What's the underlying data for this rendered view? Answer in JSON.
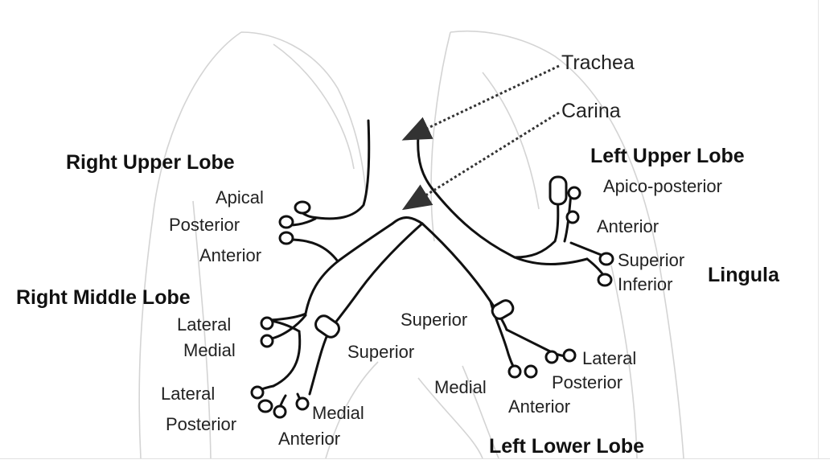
{
  "labels": {
    "trachea": "Trachea",
    "carina": "Carina",
    "right_upper_lobe": "Right Upper Lobe",
    "right_middle_lobe": "Right Middle Lobe",
    "left_upper_lobe": "Left Upper Lobe",
    "left_lower_lobe": "Left Lower Lobe",
    "lingula": "Lingula",
    "rul_apical": "Apical",
    "rul_posterior": "Posterior",
    "rul_anterior": "Anterior",
    "rml_lateral": "Lateral",
    "rml_medial": "Medial",
    "rll_superior": "Superior",
    "rll_lateral": "Lateral",
    "rll_posterior": "Posterior",
    "rll_medial": "Medial",
    "rll_anterior": "Anterior",
    "lul_apico_posterior": "Apico-posterior",
    "lul_anterior": "Anterior",
    "ling_superior": "Superior",
    "ling_inferior": "Inferior",
    "lll_superior": "Superior",
    "lll_medial": "Medial",
    "lll_lateral": "Lateral",
    "lll_posterior": "Posterior",
    "lll_anterior": "Anterior"
  },
  "colors": {
    "line": "#111111",
    "lung_outline": "#d4d4d4",
    "pointer": "#333333"
  }
}
